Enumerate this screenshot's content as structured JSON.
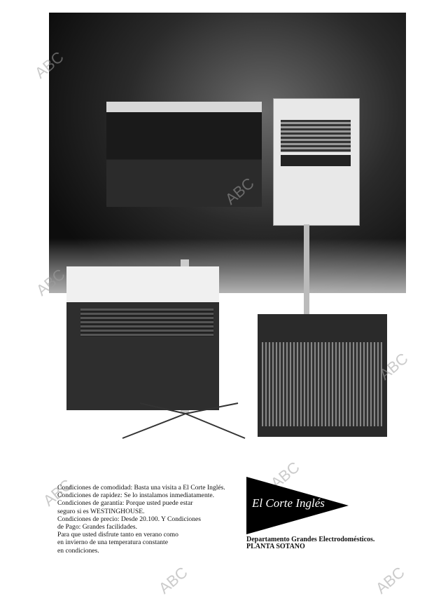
{
  "body_text": [
    "Condiciones de comodidad: Basta una visita a El Corte Inglés.",
    "Condiciones de rapidez: Se lo instalamos inmediatamente.",
    "Condiciones de garantía: Porque usted puede estar",
    "seguro si es WESTINGHOUSE.",
    "Condiciones de precio: Desde 20.100. Y Condiciones",
    "de Pago: Grandes facilidades.",
    "Para que usted disfrute tanto en verano como",
    "en invierno de una temperatura constante",
    "en condiciones."
  ],
  "logo": {
    "text": "El Corte Inglés",
    "color": "#000000"
  },
  "department": {
    "line1": "Departamento Grandes Electrodomésticos.",
    "line2": "PLANTA SOTANO"
  },
  "watermark": "ABC"
}
